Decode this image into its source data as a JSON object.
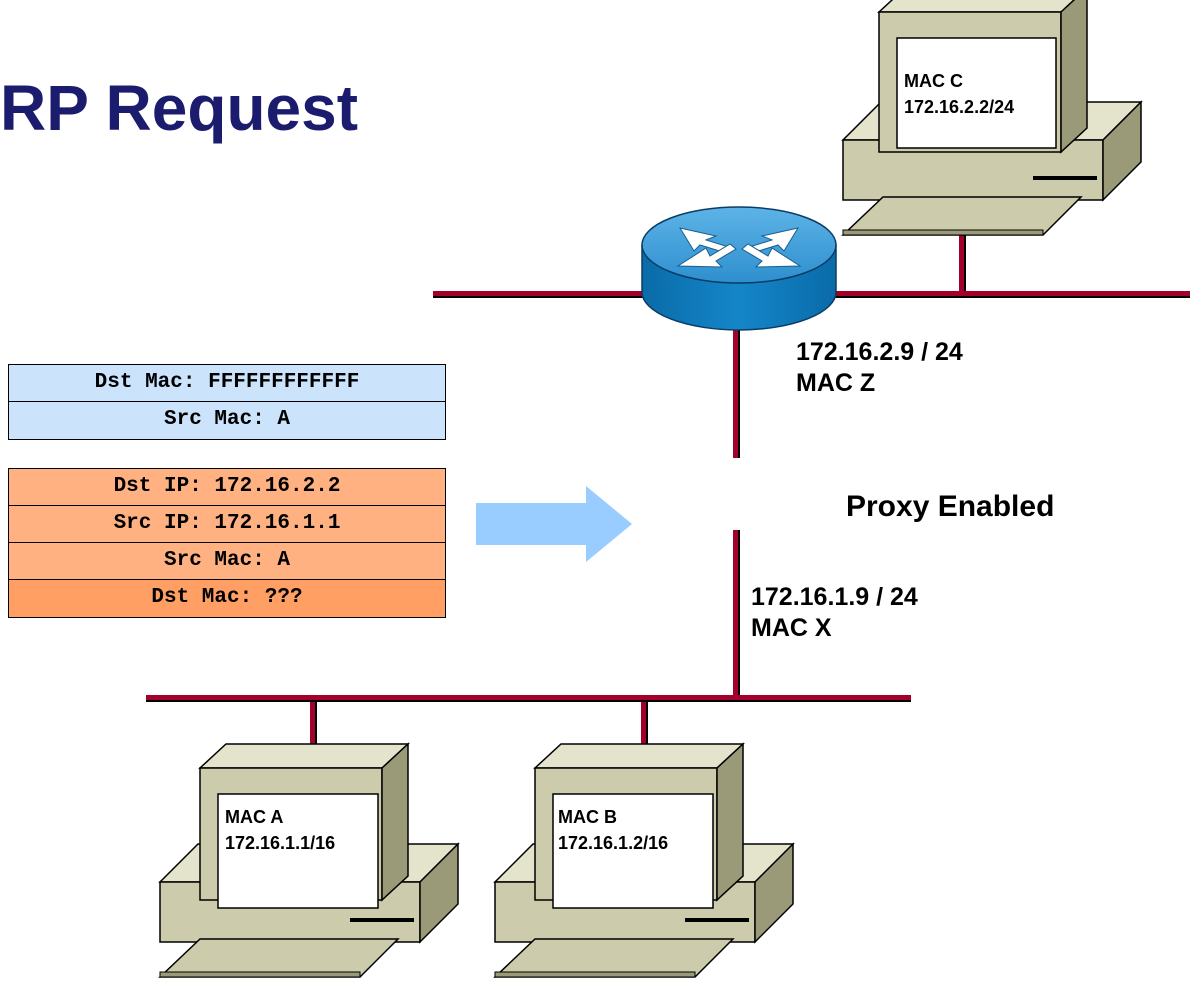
{
  "title": "RP Request",
  "router": {
    "label": "Proxy Enabled"
  },
  "interfaces": {
    "upper": {
      "ip": "172.16.2.9 / 24",
      "mac": "MAC Z"
    },
    "lower": {
      "ip": "172.16.1.9 / 24",
      "mac": "MAC X"
    }
  },
  "hosts": {
    "c": {
      "mac": "MAC C",
      "ip": "172.16.2.2/24"
    },
    "a": {
      "mac": "MAC A",
      "ip": "172.16.1.1/16"
    },
    "b": {
      "mac": "MAC B",
      "ip": "172.16.1.2/16"
    }
  },
  "frame_header": [
    {
      "text": "Dst Mac: FFFFFFFFFFFF"
    },
    {
      "text": "Src Mac: A"
    }
  ],
  "arp_payload": [
    {
      "text": "Dst IP: 172.16.2.2"
    },
    {
      "text": "Src IP: 172.16.1.1"
    },
    {
      "text": "Src Mac: A"
    },
    {
      "text": "Dst Mac: ???"
    }
  ],
  "colors": {
    "title": "#1c1c6e",
    "ethernet_line": "#a3002b",
    "frame_header_fill": "#cce4fb",
    "arp_fill": "#ffb182",
    "arp_last_fill": "#ff9f63",
    "arrow": "#99ccff",
    "router_top": "#3d9cd6",
    "router_side": "#0d7bbd",
    "computer_body": "#cccbab",
    "computer_shadow": "#9b9a78"
  },
  "icons": [
    "computer-icon",
    "router-icon",
    "arrow-right-icon"
  ]
}
